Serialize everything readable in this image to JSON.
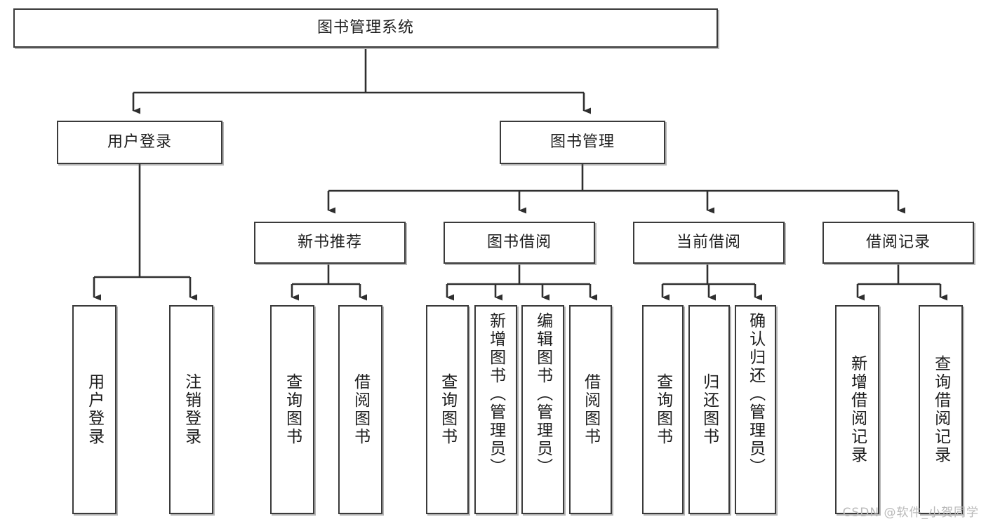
{
  "diagram": {
    "title": "图书管理系统",
    "type": "hierarchy-tree",
    "colors": {
      "box_border": "#3a3a3a",
      "box_fill": "#ffffff",
      "line": "#2f2f2f",
      "text": "#1d1d1d",
      "watermark": "#b9b9b9"
    },
    "root": {
      "label": "图书管理系统"
    },
    "level2": [
      {
        "label": "用户登录"
      },
      {
        "label": "图书管理"
      }
    ],
    "level3": [
      {
        "label": "新书推荐"
      },
      {
        "label": "图书借阅"
      },
      {
        "label": "当前借阅"
      },
      {
        "label": "借阅记录"
      }
    ],
    "leaves": {
      "user_login": [
        {
          "label": "用户登录"
        },
        {
          "label": "注销登录"
        }
      ],
      "new_book_recommend": [
        {
          "label": "查询图书"
        },
        {
          "label": "借阅图书"
        }
      ],
      "book_borrow": [
        {
          "label": "查询图书"
        },
        {
          "label": "新增图书（管理员）"
        },
        {
          "label": "编辑图书（管理员）"
        },
        {
          "label": "借阅图书"
        }
      ],
      "current_borrow": [
        {
          "label": "查询图书"
        },
        {
          "label": "归还图书"
        },
        {
          "label": "确认归还（管理员）"
        }
      ],
      "borrow_record": [
        {
          "label": "新增借阅记录"
        },
        {
          "label": "查询借阅记录"
        }
      ]
    },
    "watermark": "CSDN @软件_小贺同学"
  }
}
